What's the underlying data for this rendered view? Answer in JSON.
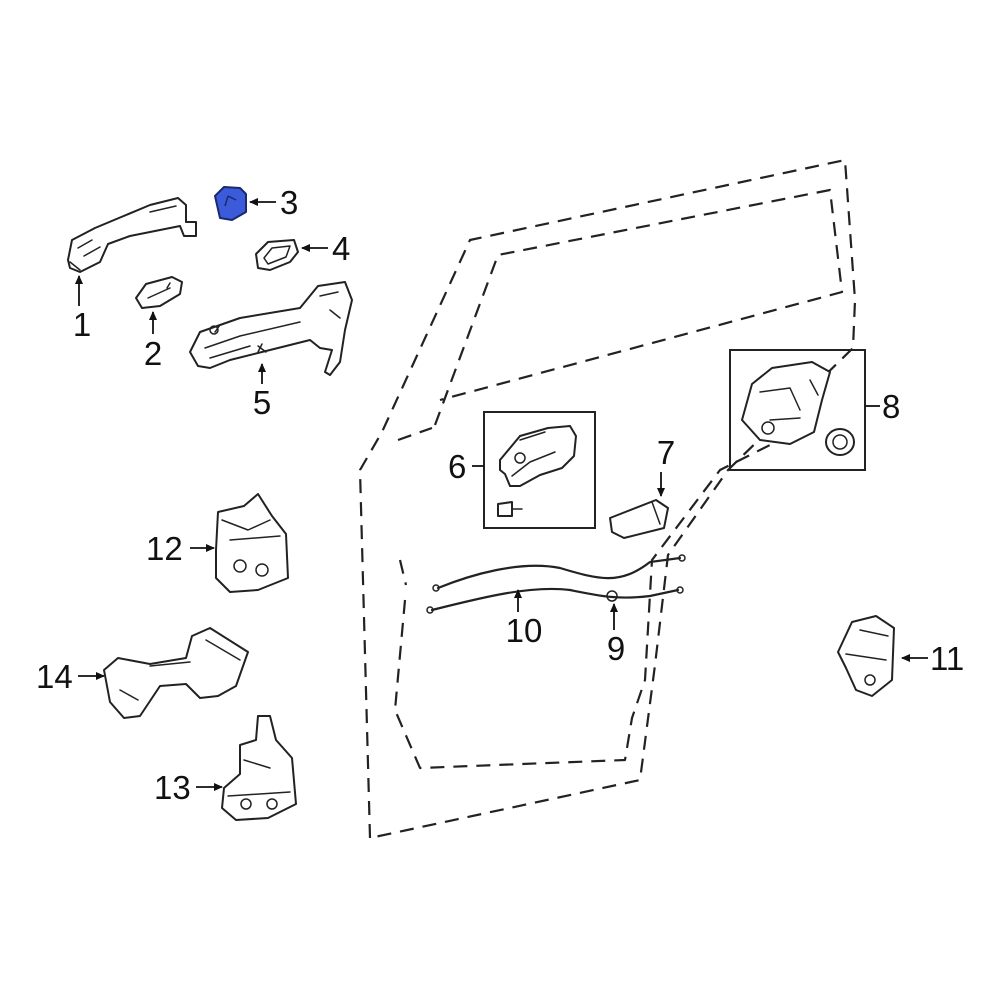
{
  "diagram": {
    "highlight_color": "#3b5bdb",
    "line_color": "#222222",
    "callouts": [
      {
        "id": "1",
        "label": "1"
      },
      {
        "id": "2",
        "label": "2"
      },
      {
        "id": "3",
        "label": "3",
        "highlighted": true
      },
      {
        "id": "4",
        "label": "4"
      },
      {
        "id": "5",
        "label": "5"
      },
      {
        "id": "6",
        "label": "6"
      },
      {
        "id": "7",
        "label": "7"
      },
      {
        "id": "8",
        "label": "8"
      },
      {
        "id": "9",
        "label": "9"
      },
      {
        "id": "10",
        "label": "10"
      },
      {
        "id": "11",
        "label": "11"
      },
      {
        "id": "12",
        "label": "12"
      },
      {
        "id": "13",
        "label": "13"
      },
      {
        "id": "14",
        "label": "14"
      }
    ]
  }
}
